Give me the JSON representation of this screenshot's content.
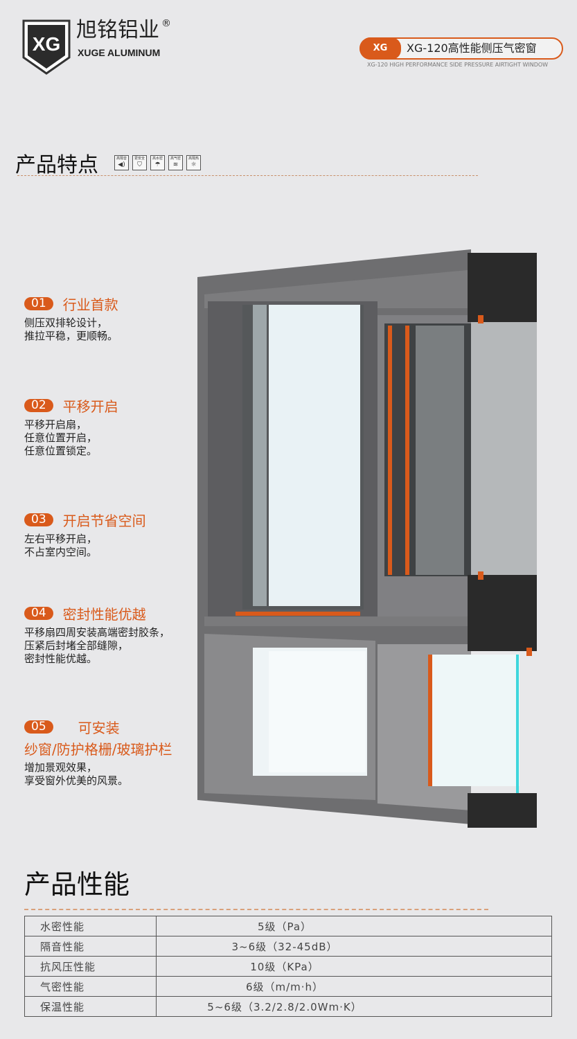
{
  "header": {
    "brand_cn": "旭铭铝业",
    "brand_reg": "®",
    "brand_en": "XUGE ALUMINUM",
    "logo_text": "XG",
    "badge_title": "XG-120高性能侧压气密窗",
    "badge_subtitle": "XG-120 HIGH PERFORMANCE SIDE PRESSURE AIRTIGHT WINDOW"
  },
  "features_section": {
    "title": "产品特点",
    "icons": [
      {
        "label": "高隔音",
        "icon": "speaker-icon"
      },
      {
        "label": "更安全",
        "icon": "shield-icon"
      },
      {
        "label": "高水密",
        "icon": "rain-icon"
      },
      {
        "label": "高气密",
        "icon": "wind-icon"
      },
      {
        "label": "高隔热",
        "icon": "sun-icon"
      }
    ],
    "items": [
      {
        "num": "01",
        "title": "行业首款",
        "desc": "侧压双排轮设计，\n推拉平稳，更顺畅。"
      },
      {
        "num": "02",
        "title": "平移开启",
        "desc": "平移开启扇，\n任意位置开启，\n任意位置锁定。"
      },
      {
        "num": "03",
        "title": "开启节省空间",
        "desc": "左右平移开启，\n不占室内空间。"
      },
      {
        "num": "04",
        "title": "密封性能优越",
        "desc": "平移扇四周安装高端密封胶条，\n压紧后封堵全部缝隙，\n密封性能优越。"
      },
      {
        "num": "05",
        "title": "可安装",
        "title2": "纱窗/防护格栅/玻璃护栏",
        "desc": "增加景观效果，\n享受窗外优美的风景。"
      }
    ]
  },
  "performance": {
    "title": "产品性能",
    "rows": [
      {
        "k": "水密性能",
        "v": "5级（Pa）"
      },
      {
        "k": "隔音性能",
        "v": "3~6级（32-45dB）"
      },
      {
        "k": "抗风压性能",
        "v": "10级（KPa）"
      },
      {
        "k": "气密性能",
        "v": "6级（m/m·h）"
      },
      {
        "k": "保温性能",
        "v": "5~6级（3.2/2.8/2.0Wm·K）"
      }
    ]
  },
  "colors": {
    "accent": "#d95a1b",
    "frame": "#6b6b6d"
  }
}
